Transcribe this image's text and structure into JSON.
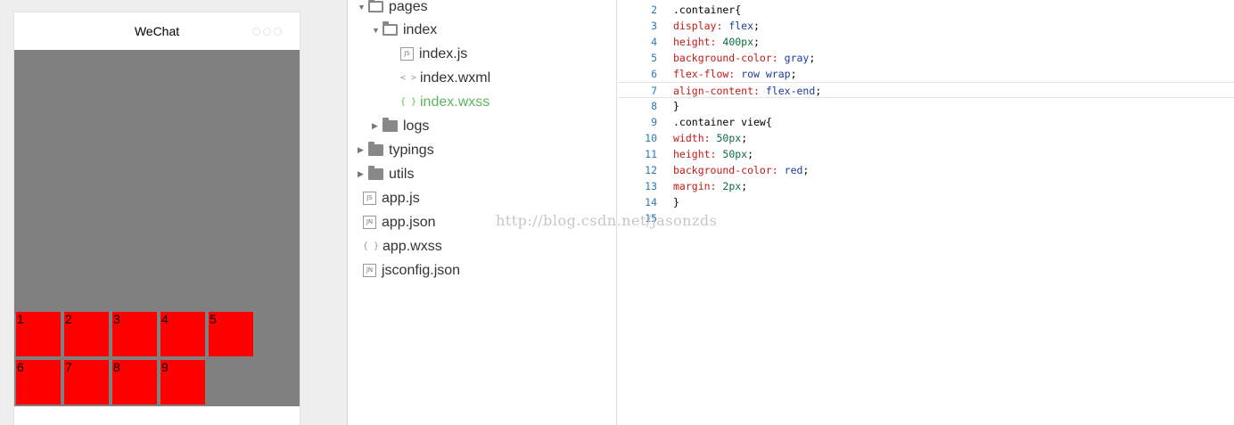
{
  "simulator": {
    "title": "WeChat",
    "boxes": [
      "1",
      "2",
      "3",
      "4",
      "5",
      "6",
      "7",
      "8",
      "9"
    ],
    "container_color": "#808080",
    "box_color": "#ff0000"
  },
  "file_tree": [
    {
      "label": "pages",
      "kind": "folder-open",
      "icon": "folder-open-icon"
    },
    {
      "label": "index",
      "kind": "folder-open",
      "icon": "folder-open-icon"
    },
    {
      "label": "index.js",
      "kind": "file",
      "badge": "JS",
      "icon": "js-file-icon"
    },
    {
      "label": "index.wxml",
      "kind": "file",
      "glyph": "< >",
      "icon": "code-file-icon"
    },
    {
      "label": "index.wxss",
      "kind": "file",
      "glyph": "{ }",
      "icon": "style-file-icon",
      "active": true
    },
    {
      "label": "logs",
      "kind": "folder",
      "icon": "folder-icon"
    },
    {
      "label": "typings",
      "kind": "folder",
      "icon": "folder-icon"
    },
    {
      "label": "utils",
      "kind": "folder",
      "icon": "folder-icon"
    },
    {
      "label": "app.js",
      "kind": "file",
      "badge": "JS",
      "icon": "js-file-icon"
    },
    {
      "label": "app.json",
      "kind": "file",
      "badge": "JN",
      "icon": "json-file-icon"
    },
    {
      "label": "app.wxss",
      "kind": "file",
      "glyph": "{ }",
      "icon": "style-file-icon"
    },
    {
      "label": "jsconfig.json",
      "kind": "file",
      "badge": "JN",
      "icon": "json-file-icon"
    }
  ],
  "editor": {
    "lines": [
      {
        "num": "2",
        "text": ".container{"
      },
      {
        "num": "3",
        "prop": "display:",
        "value": "flex",
        "vtype": "kw"
      },
      {
        "num": "4",
        "prop": "height:",
        "value": "400px",
        "vtype": "num"
      },
      {
        "num": "5",
        "prop": "background-color:",
        "value": "gray",
        "vtype": "kw"
      },
      {
        "num": "6",
        "prop": "flex-flow:",
        "value": "row wrap",
        "vtype": "kw"
      },
      {
        "num": "7",
        "prop": "align-content:",
        "value": "flex-end",
        "vtype": "kw",
        "current": true
      },
      {
        "num": "8",
        "text": "}"
      },
      {
        "num": "9",
        "text": ".container view{"
      },
      {
        "num": "10",
        "prop": "width:",
        "value": "50px",
        "vtype": "num"
      },
      {
        "num": "11",
        "prop": "height:",
        "value": "50px",
        "vtype": "num"
      },
      {
        "num": "12",
        "prop": "background-color:",
        "value": "red",
        "vtype": "kw"
      },
      {
        "num": "13",
        "prop": "margin:",
        "value": "2px",
        "vtype": "num"
      },
      {
        "num": "14",
        "text": "}"
      },
      {
        "num": "15",
        "text": ""
      }
    ]
  },
  "watermark": "http://blog.csdn.net/jasonzds"
}
